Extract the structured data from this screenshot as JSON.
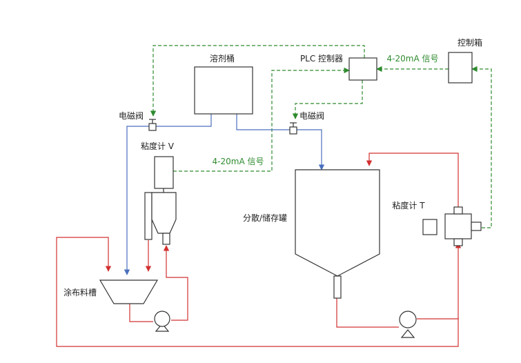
{
  "labels": {
    "solvent_tank": "溶剂桶",
    "plc": "PLC 控制器",
    "control_box": "控制箱",
    "signal_top": "4-20mA 信号",
    "signal_mid": "4-20mA 信号",
    "valve_left": "电磁阀",
    "valve_right": "电磁阀",
    "viscometer_v": "粘度计 V",
    "viscometer_t": "粘度计 T",
    "dispersion_tank": "分散/储存罐",
    "coating_trough": "涂布料槽"
  },
  "colors": {
    "signal": "#2e8b2e",
    "solvent": "#4a6fbf",
    "material": "#d23030",
    "outline": "#333333"
  }
}
